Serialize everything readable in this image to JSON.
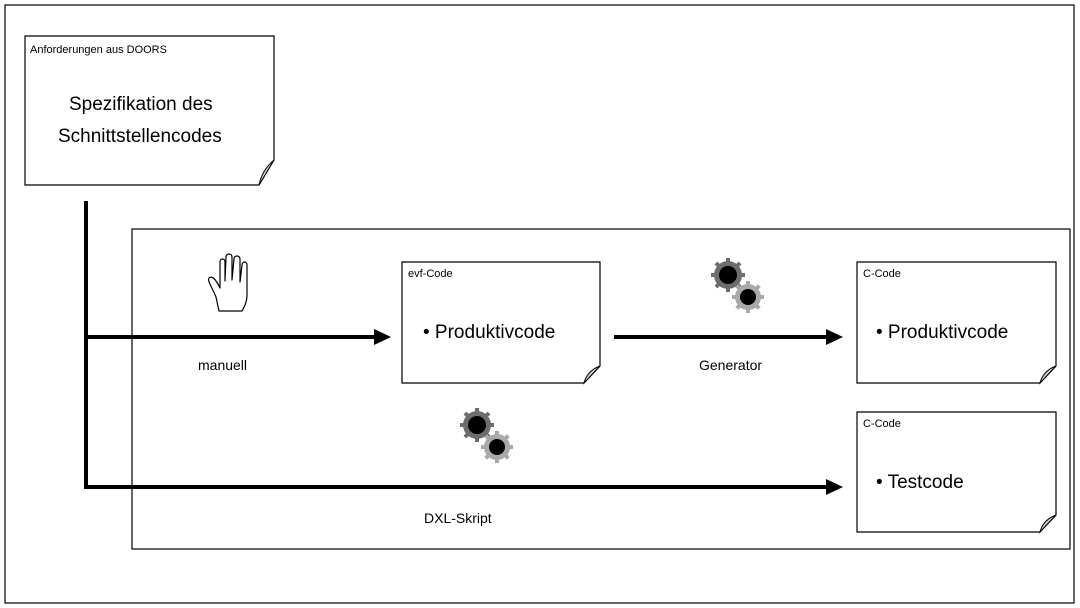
{
  "diagram": {
    "source_doc": {
      "header": "Anforderungen aus DOORS",
      "title_line1": "Spezifikation des",
      "title_line2": "Schnittstellencodes"
    },
    "evf_doc": {
      "header": "evf-Code",
      "bullet": "• Produktivcode"
    },
    "c_prod_doc": {
      "header": "C-Code",
      "bullet": "• Produktivcode"
    },
    "c_test_doc": {
      "header": "C-Code",
      "bullet": "• Testcode"
    },
    "labels": {
      "manual": "manuell",
      "generator": "Generator",
      "dxl": "DXL-Skript"
    },
    "icons": {
      "manual": "hand-icon",
      "generator": "gears-icon",
      "dxl": "gears-icon"
    },
    "colors": {
      "stroke": "#000000",
      "fold": "#cfcfcf",
      "gear_dark": "#6d6d6d",
      "gear_light": "#a9a9a9"
    }
  }
}
